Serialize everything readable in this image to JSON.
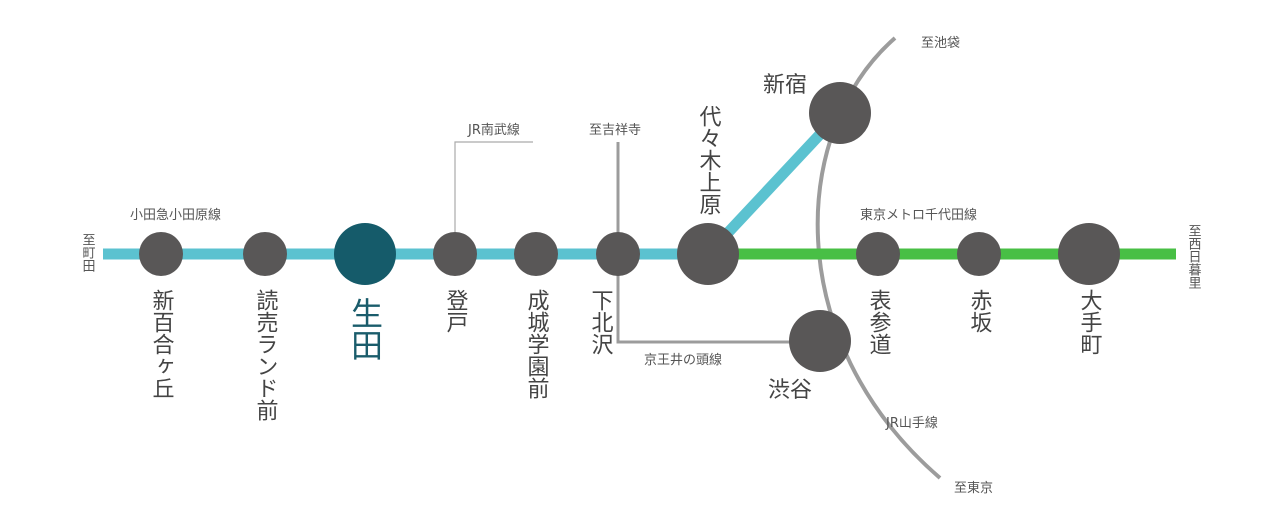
{
  "colors": {
    "odakyu_line": "#5bc2d0",
    "metro_line": "#48bf45",
    "yamanote_line": "#9c9c9c",
    "station_dot": "#595757",
    "highlight_dot": "#155b6a"
  },
  "lines": {
    "odakyu": "小田急小田原線",
    "nambu": "JR南武線",
    "inokashira": "京王井の頭線",
    "metro_chiyoda": "東京メトロ千代田線",
    "yamanote": "JR山手線"
  },
  "directions": {
    "machida": "至町田",
    "kichijoji": "至吉祥寺",
    "ikebukuro": "至池袋",
    "tokyo": "至東京",
    "nishinippori": "至西日暮里"
  },
  "stations": {
    "shinyurigaoka": "新百合ヶ丘",
    "yomiuriland": "読売ランド前",
    "ikuta": "生田",
    "noborito": "登戸",
    "seijogakuen": "成城学園前",
    "shimokitazawa": "下北沢",
    "yoyogiuehara": "代々木上原",
    "shinjuku": "新宿",
    "shibuya": "渋谷",
    "omotesando": "表参道",
    "akasaka": "赤坂",
    "otemachi": "大手町"
  }
}
